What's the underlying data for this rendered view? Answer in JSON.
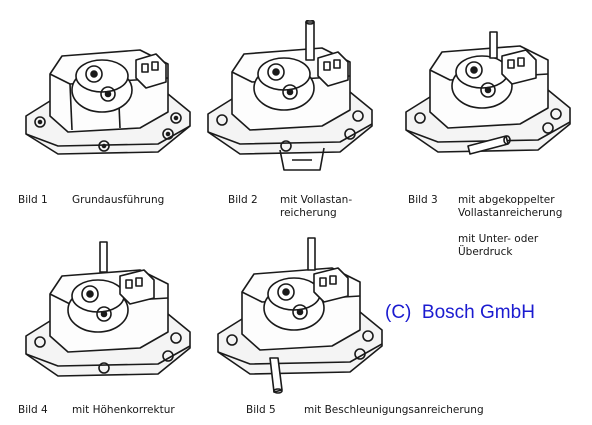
{
  "copyright": {
    "text": "(C)  Bosch GmbH",
    "color": "#1b1bd0"
  },
  "figures": [
    {
      "label": "Bild  1",
      "lines": [
        "Grundausführung"
      ]
    },
    {
      "label": "Bild  2",
      "lines": [
        "mit Vollastan-",
        "reicherung"
      ]
    },
    {
      "label": "Bild  3",
      "lines": [
        "mit abgekoppelter",
        "Vollastanreicherung",
        "",
        "mit Unter- oder",
        "Überdruck"
      ]
    },
    {
      "label": "Bild  4",
      "lines": [
        "mit Höhenkorrektur"
      ]
    },
    {
      "label": "Bild  5",
      "lines": [
        "mit Beschleunigungsanreicherung"
      ]
    }
  ]
}
